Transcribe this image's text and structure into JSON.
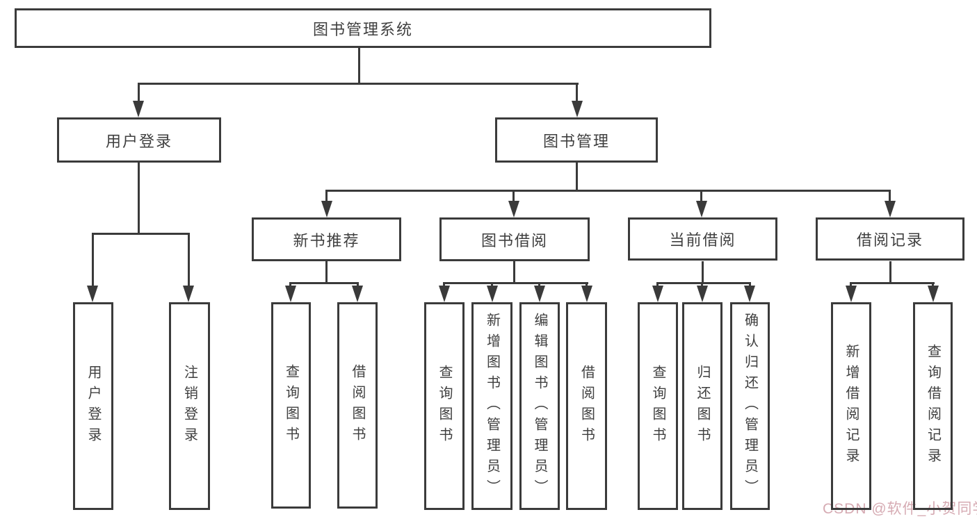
{
  "diagram_title": "图书管理系统",
  "nodes": {
    "root": {
      "label": "图书管理系统"
    },
    "user_login": {
      "label": "用户登录"
    },
    "book_mgmt": {
      "label": "图书管理"
    },
    "new_book_rec": {
      "label": "新书推荐"
    },
    "book_borrow": {
      "label": "图书借阅"
    },
    "current_borrow": {
      "label": "当前借阅"
    },
    "borrow_records": {
      "label": "借阅记录"
    },
    "leaf_user_login": {
      "label": "用户登录"
    },
    "leaf_logout": {
      "label": "注销登录"
    },
    "leaf_query_books_rec": {
      "label": "查询图书"
    },
    "leaf_borrow_books_rec": {
      "label": "借阅图书"
    },
    "leaf_query_books_borrow": {
      "label": "查询图书"
    },
    "leaf_add_books": {
      "label": "新增图书（管理员）"
    },
    "leaf_edit_books": {
      "label": "编辑图书（管理员）"
    },
    "leaf_borrow_books_borrow": {
      "label": "借阅图书"
    },
    "leaf_query_books_current": {
      "label": "查询图书"
    },
    "leaf_return_books": {
      "label": "归还图书"
    },
    "leaf_confirm_return": {
      "label": "确认归还（管理员）"
    },
    "leaf_add_borrow_record": {
      "label": "新增借阅记录"
    },
    "leaf_query_borrow_record": {
      "label": "查询借阅记录"
    }
  },
  "hierarchy": {
    "图书管理系统": {
      "用户登录": [
        "用户登录",
        "注销登录"
      ],
      "图书管理": {
        "新书推荐": [
          "查询图书",
          "借阅图书"
        ],
        "图书借阅": [
          "查询图书",
          "新增图书（管理员）",
          "编辑图书（管理员）",
          "借阅图书"
        ],
        "当前借阅": [
          "查询图书",
          "归还图书",
          "确认归还（管理员）"
        ],
        "借阅记录": [
          "新增借阅记录",
          "查询借阅记录"
        ]
      }
    }
  },
  "watermark": {
    "text": "CSDN @软件_小贺同学",
    "color": "#d6abb3"
  },
  "colors": {
    "background": "#ffffff",
    "line": "#3a3a3a",
    "box_border": "#3b3b3b",
    "text": "#3f3f3f"
  }
}
